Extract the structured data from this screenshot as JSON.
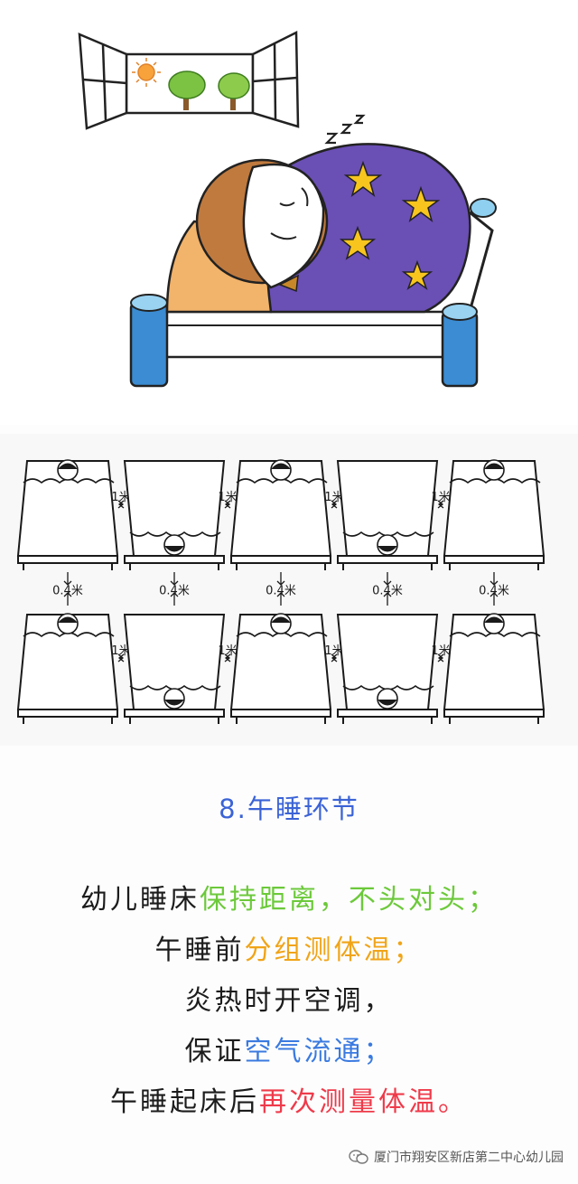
{
  "section_title": "8.午睡环节",
  "distance_labels": {
    "horizontal": "1米",
    "vertical": "0.4米"
  },
  "lines": [
    {
      "pre": "幼儿睡床",
      "hl": "保持距离，不头对头；",
      "post": "",
      "color": "#6cc93a"
    },
    {
      "pre": "午睡前",
      "hl": "分组测体温；",
      "post": "",
      "color": "#f0a418"
    },
    {
      "pre": "炎热时开空调，",
      "hl": "",
      "post": "",
      "color": "#1c1c1c"
    },
    {
      "pre": "保证",
      "hl": "空气流通；",
      "post": "",
      "color": "#3a7ae0"
    },
    {
      "pre": "午睡起床后",
      "hl": "再次测量体温。",
      "post": "",
      "color": "#ef3a4a"
    }
  ],
  "watermark": "厦门市翔安区新店第二中心幼儿园",
  "icons": {
    "window": "window-icon",
    "sun": "sun-icon",
    "tree": "tree-icon",
    "bed": "bed-icon",
    "zzz": "zzz-icon",
    "wechat": "wechat-icon"
  }
}
